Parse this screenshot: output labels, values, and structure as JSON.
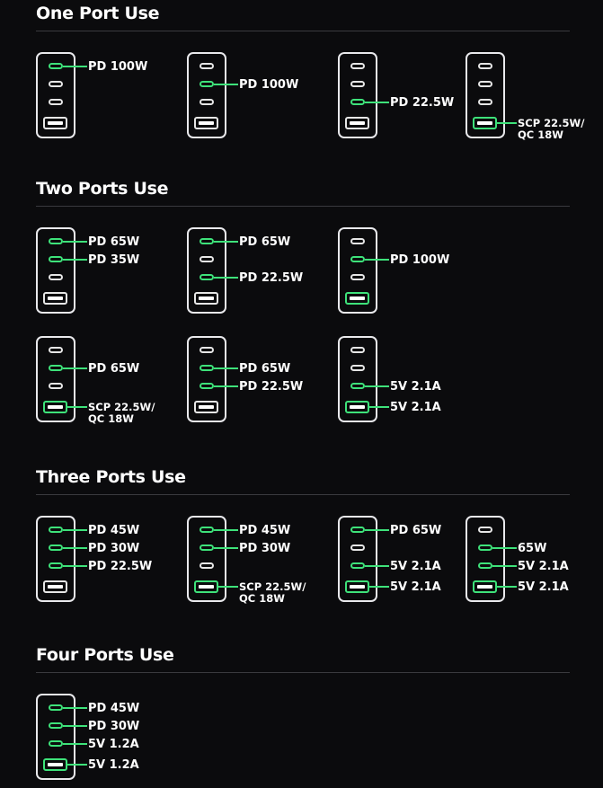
{
  "colors": {
    "background": "#0b0b0d",
    "active_port": "#3ee27a",
    "outline": "#e9e9ec"
  },
  "icons": {
    "charger": "charger-icon",
    "usb_c_port": "usb-c-port-icon",
    "usb_a_port": "usb-a-port-icon"
  },
  "sections": [
    {
      "title": "One Port Use",
      "chargers": [
        {
          "ports": [
            {
              "active": true,
              "label": "PD 100W"
            },
            {
              "active": false,
              "label": ""
            },
            {
              "active": false,
              "label": ""
            },
            {
              "active": false,
              "label": ""
            }
          ]
        },
        {
          "ports": [
            {
              "active": false,
              "label": ""
            },
            {
              "active": true,
              "label": "PD 100W"
            },
            {
              "active": false,
              "label": ""
            },
            {
              "active": false,
              "label": ""
            }
          ]
        },
        {
          "ports": [
            {
              "active": false,
              "label": ""
            },
            {
              "active": false,
              "label": ""
            },
            {
              "active": true,
              "label": "PD 22.5W"
            },
            {
              "active": false,
              "label": ""
            }
          ]
        },
        {
          "ports": [
            {
              "active": false,
              "label": ""
            },
            {
              "active": false,
              "label": ""
            },
            {
              "active": false,
              "label": ""
            },
            {
              "active": true,
              "label": [
                "SCP 22.5W/",
                "QC 18W"
              ]
            }
          ]
        }
      ]
    },
    {
      "title": "Two Ports Use",
      "chargers": [
        {
          "ports": [
            {
              "active": true,
              "label": "PD 65W"
            },
            {
              "active": true,
              "label": "PD 35W"
            },
            {
              "active": false,
              "label": ""
            },
            {
              "active": false,
              "label": ""
            }
          ]
        },
        {
          "ports": [
            {
              "active": true,
              "label": "PD 65W"
            },
            {
              "active": false,
              "label": ""
            },
            {
              "active": true,
              "label": "PD 22.5W"
            },
            {
              "active": false,
              "label": ""
            }
          ]
        },
        {
          "ports": [
            {
              "active": false,
              "label": ""
            },
            {
              "active": true,
              "label": "PD 100W"
            },
            {
              "active": false,
              "label": ""
            },
            {
              "active": true,
              "label": ""
            }
          ]
        },
        {
          "ports": [
            {
              "active": false,
              "label": ""
            },
            {
              "active": true,
              "label": "PD 65W"
            },
            {
              "active": false,
              "label": ""
            },
            {
              "active": true,
              "label": [
                "SCP 22.5W/",
                "QC 18W"
              ]
            }
          ]
        },
        {
          "ports": [
            {
              "active": false,
              "label": ""
            },
            {
              "active": true,
              "label": "PD 65W"
            },
            {
              "active": true,
              "label": "PD 22.5W"
            },
            {
              "active": false,
              "label": ""
            }
          ]
        },
        {
          "ports": [
            {
              "active": false,
              "label": ""
            },
            {
              "active": false,
              "label": ""
            },
            {
              "active": true,
              "label": "5V 2.1A"
            },
            {
              "active": true,
              "label": "5V 2.1A"
            }
          ]
        }
      ]
    },
    {
      "title": "Three Ports Use",
      "chargers": [
        {
          "ports": [
            {
              "active": true,
              "label": "PD 45W"
            },
            {
              "active": true,
              "label": "PD 30W"
            },
            {
              "active": true,
              "label": "PD 22.5W"
            },
            {
              "active": false,
              "label": ""
            }
          ]
        },
        {
          "ports": [
            {
              "active": true,
              "label": "PD 45W"
            },
            {
              "active": true,
              "label": "PD 30W"
            },
            {
              "active": false,
              "label": ""
            },
            {
              "active": true,
              "label": [
                "SCP 22.5W/",
                "QC 18W"
              ]
            }
          ]
        },
        {
          "ports": [
            {
              "active": true,
              "label": "PD 65W"
            },
            {
              "active": false,
              "label": ""
            },
            {
              "active": true,
              "label": "5V 2.1A"
            },
            {
              "active": true,
              "label": "5V 2.1A"
            }
          ]
        },
        {
          "ports": [
            {
              "active": false,
              "label": ""
            },
            {
              "active": true,
              "label": "65W"
            },
            {
              "active": true,
              "label": "5V 2.1A"
            },
            {
              "active": true,
              "label": "5V 2.1A"
            }
          ]
        }
      ]
    },
    {
      "title": "Four Ports Use",
      "chargers": [
        {
          "ports": [
            {
              "active": true,
              "label": "PD 45W"
            },
            {
              "active": true,
              "label": "PD 30W"
            },
            {
              "active": true,
              "label": "5V 1.2A"
            },
            {
              "active": true,
              "label": "5V 1.2A"
            }
          ]
        }
      ]
    }
  ]
}
